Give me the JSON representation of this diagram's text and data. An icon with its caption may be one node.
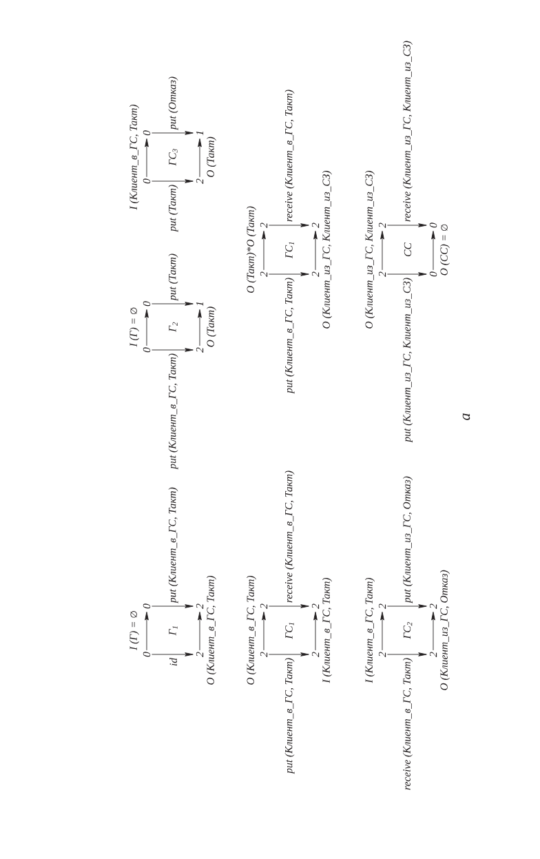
{
  "diagram": {
    "nodes": [
      {
        "text": [
          "0"
        ]
      },
      {
        "text": [
          "0"
        ]
      },
      {
        "text": [
          "2"
        ]
      },
      {
        "text": [
          "2"
        ]
      },
      {
        "text": [
          "0"
        ]
      },
      {
        "text": [
          "0"
        ]
      },
      {
        "text": [
          "2"
        ]
      },
      {
        "text": [
          "1"
        ]
      },
      {
        "text": [
          "0"
        ]
      },
      {
        "text": [
          "0"
        ]
      },
      {
        "text": [
          "2"
        ]
      },
      {
        "text": [
          "1"
        ]
      },
      {
        "text": [
          "2"
        ]
      },
      {
        "text": [
          "2"
        ]
      },
      {
        "text": [
          "2"
        ]
      },
      {
        "text": [
          "2"
        ]
      },
      {
        "text": [
          "2"
        ]
      },
      {
        "text": [
          "2"
        ]
      },
      {
        "text": [
          "2"
        ]
      },
      {
        "text": [
          "2"
        ]
      },
      {
        "text": [
          "2"
        ]
      },
      {
        "text": [
          "2"
        ]
      },
      {
        "text": [
          "2"
        ]
      },
      {
        "text": [
          "2"
        ]
      },
      {
        "text": [
          "2"
        ]
      },
      {
        "text": [
          "2"
        ]
      },
      {
        "text": [
          "0"
        ]
      },
      {
        "text": [
          "0"
        ]
      }
    ],
    "edges": [
      {
        "from": 0,
        "to": 1,
        "arrow": "to",
        "label": "I (Г) = ∅"
      },
      {
        "from": 0,
        "to": 2,
        "arrow": "to",
        "label": "id"
      },
      {
        "from": 1,
        "to": 3,
        "arrow": "to",
        "label": "put (Клиент_в_ГС, Такт)"
      },
      {
        "from": 2,
        "to": 3,
        "arrow": "to",
        "label": "O (Клиент_в_ГС, Такт)"
      },
      {
        "from": 4,
        "to": 5,
        "arrow": "to",
        "label": "I (Г) = ∅"
      },
      {
        "from": 4,
        "to": 6,
        "arrow": "to",
        "label": "put (Клиент_в_ГС, Такт)"
      },
      {
        "from": 5,
        "to": 7,
        "arrow": "to",
        "label": "put (Такт)"
      },
      {
        "from": 6,
        "to": 7,
        "arrow": "to",
        "label": "O (Такт)"
      },
      {
        "from": 8,
        "to": 9,
        "arrow": "to",
        "label": "I (Клиент_в_ГС, Такт)"
      },
      {
        "from": 8,
        "to": 10,
        "arrow": "to",
        "label": "put (Такт)"
      },
      {
        "from": 9,
        "to": 11,
        "arrow": "to",
        "label": "put (Отказ)"
      },
      {
        "from": 10,
        "to": 11,
        "arrow": "to",
        "label": "O (Такт)"
      },
      {
        "from": 12,
        "to": 13,
        "arrow": "to",
        "label": "O (Клиент_в_ГС, Такт)"
      },
      {
        "from": 12,
        "to": 14,
        "arrow": "to",
        "label": "put (Клиент_в_ГС, Такт)"
      },
      {
        "from": 13,
        "to": 15,
        "arrow": "to",
        "label": "receive (Клиент_в_ГС, Такт)"
      },
      {
        "from": 14,
        "to": 15,
        "arrow": "to",
        "label": "I (Клиент_в_ГС, Такт)"
      },
      {
        "from": 16,
        "to": 17,
        "arrow": "to",
        "label": "O (Такт)*O (Такт)"
      },
      {
        "from": 16,
        "to": 18,
        "arrow": "to",
        "label": "put (Клиент_в_ГС, Такт)"
      },
      {
        "from": 17,
        "to": 19,
        "arrow": "to",
        "label": "receive (Клиент_в_ГС, Такт)"
      },
      {
        "from": 18,
        "to": 19,
        "arrow": "to",
        "label": "O (Клиент_из_ГС, Клиент_из_СЗ)"
      },
      {
        "from": 20,
        "to": 21,
        "arrow": "to",
        "label": "I (Клиент_в_ГС, Такт)"
      },
      {
        "from": 20,
        "to": 22,
        "arrow": "to",
        "label": "receive (Клиент_в_ГС, Такт)"
      },
      {
        "from": 21,
        "to": 23,
        "arrow": "to",
        "label": "put (Клиент_из_ГС, Отказ)"
      },
      {
        "from": 22,
        "to": 23,
        "arrow": "to",
        "label": "O (Клиент_из_ГС, Отказ)"
      },
      {
        "from": 24,
        "to": 25,
        "arrow": "to",
        "label": "O (Клиент_из_ГС, Клиент_из_СЗ)"
      },
      {
        "from": 24,
        "to": 26,
        "arrow": "to",
        "label": "put (Клиент_из_ГС, Клиент_из_СЗ)"
      },
      {
        "from": 25,
        "to": 27,
        "arrow": "to",
        "label": "receive (Клиент_из_ГС, Клиент_из_СЗ)"
      },
      {
        "from": 26,
        "to": 27,
        "arrow": "to",
        "label": "O (СС) = ∅"
      }
    ],
    "labels": [
      "Г$_{1}$",
      "Г$_{2}$",
      "ГС$_{3}$",
      "ГС$_{1}$",
      "ГС$_{1}$",
      "ГС$_{2}$",
      "СС"
    ],
    "caption": "а"
  }
}
